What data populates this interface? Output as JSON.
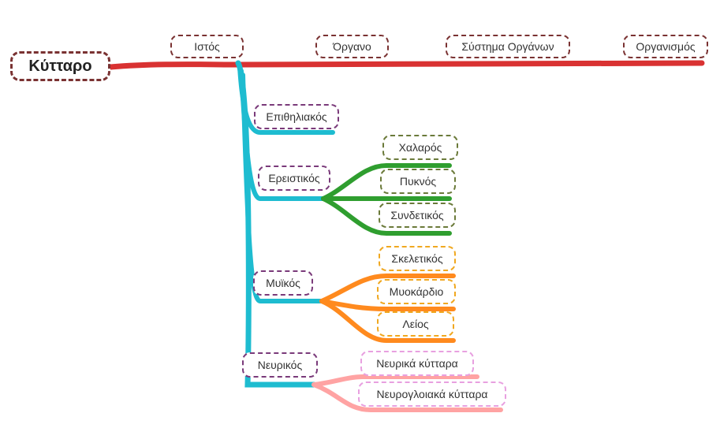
{
  "colors": {
    "main_line": "#d93232",
    "main_border": "#7a3232",
    "tissue_line": "#1ebcd0",
    "tissue_border": "#7a3a7a",
    "connective_line": "#2f9e2f",
    "connective_border": "#6b7a3a",
    "muscle_line": "#ff8a1e",
    "muscle_border": "#f0a820",
    "nerve_line": "#ffa3a3",
    "nerve_border": "#e8a0e0"
  },
  "root": {
    "label": "Κύτταρο"
  },
  "levels": [
    {
      "label": "Ιστός"
    },
    {
      "label": "Όργανο"
    },
    {
      "label": "Σύστημα Οργάνων"
    },
    {
      "label": "Οργανισμός"
    }
  ],
  "tissues": [
    {
      "label": "Επιθηλιακός",
      "children": []
    },
    {
      "label": "Ερειστικός",
      "children": [
        {
          "label": "Χαλαρός"
        },
        {
          "label": "Πυκνός"
        },
        {
          "label": "Συνδετικός"
        }
      ]
    },
    {
      "label": "Μυϊκός",
      "children": [
        {
          "label": "Σκελετικός"
        },
        {
          "label": "Μυοκάρδιο"
        },
        {
          "label": "Λείος"
        }
      ]
    },
    {
      "label": "Νευρικός",
      "children": [
        {
          "label": "Νευρικά κύτταρα"
        },
        {
          "label": "Νευρογλοιακά κύτταρα"
        }
      ]
    }
  ]
}
